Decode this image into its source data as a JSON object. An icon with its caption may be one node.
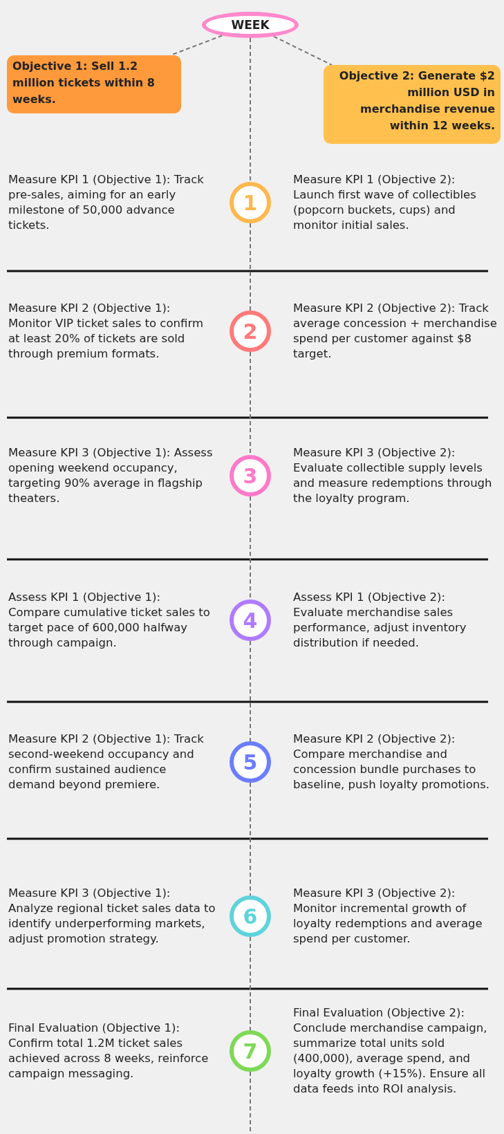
{
  "diagram": {
    "nodes": [
      {
        "text": [
          "WEEK"
        ]
      },
      {
        "text": [
          "Objective 1: Sell 1.2 million tickets within 8 weeks."
        ]
      },
      {
        "text": [
          "Objective 2: Generate $2 million USD in merchandise revenue within 12 weeks."
        ]
      },
      {
        "text": [
          "1"
        ],
        "beside": [
          "Measure KPI 1 (Objective 1): Track pre-sales, aiming for an early milestone of 50,000 advance tickets.",
          "Measure KPI 1 (Objective 2): Launch first wave of collectibles (popcorn buckets, cups) and monitor initial sales."
        ]
      },
      {
        "text": [
          "2"
        ],
        "beside": [
          "Measure KPI 2 (Objective 1): Monitor VIP ticket sales to confirm at least 20% of tickets are sold through premium formats.",
          "Measure KPI 2 (Objective 2): Track average concession + merchandise spend per customer against $8 target."
        ]
      },
      {
        "text": [
          "3"
        ],
        "beside": [
          "Measure KPI 3 (Objective 1): Assess opening weekend occupancy, targeting 90% average in flagship theaters.",
          "Measure KPI 3 (Objective 2): Evaluate collectible supply levels and measure redemptions through the loyalty program."
        ]
      },
      {
        "text": [
          "4"
        ],
        "beside": [
          "Assess KPI 1 (Objective 1): Compare cumulative ticket sales to target pace of 600,000 halfway through campaign.",
          "Assess KPI 1 (Objective 2): Evaluate merchandise sales performance, adjust inventory distribution if needed."
        ]
      },
      {
        "text": [
          "5"
        ],
        "beside": [
          "Measure KPI 2 (Objective 1): Track second-weekend occupancy and confirm sustained audience demand beyond premiere.",
          "Measure KPI 2 (Objective 2): Compare merchandise and concession bundle purchases to baseline, push loyalty promotions."
        ]
      },
      {
        "text": [
          "6"
        ],
        "beside": [
          "Measure KPI 3 (Objective 1): Analyze regional ticket sales data to identify underperforming markets, adjust promotion strategy.",
          "Measure KPI 3 (Objective 2): Monitor incremental growth of loyalty redemptions and average spend per customer."
        ]
      },
      {
        "text": [
          "7"
        ],
        "beside": [
          "Final Evaluation (Objective 1): Confirm total 1.2M ticket sales achieved across 8 weeks, reinforce campaign messaging.",
          "Final Evaluation (Objective 2): Conclude merchandise campaign, summarize total units sold (400,000), average spend, and loyalty growth (+15%). Ensure all data feeds into ROI analysis."
        ]
      }
    ],
    "edges": [
      {
        "from": 0,
        "to": 1,
        "arrow": "none",
        "style": "dashed"
      },
      {
        "from": 0,
        "to": 2,
        "arrow": "none",
        "style": "dashed"
      },
      {
        "from": 0,
        "to": 3,
        "arrow": "none",
        "style": "dashed"
      },
      {
        "from": 3,
        "to": 4,
        "arrow": "none",
        "style": "dashed"
      },
      {
        "from": 4,
        "to": 5,
        "arrow": "none",
        "style": "dashed"
      },
      {
        "from": 5,
        "to": 6,
        "arrow": "none",
        "style": "dashed"
      },
      {
        "from": 6,
        "to": 7,
        "arrow": "none",
        "style": "dashed"
      },
      {
        "from": 7,
        "to": 8,
        "arrow": "none",
        "style": "dashed"
      },
      {
        "from": 8,
        "to": 9,
        "arrow": "none",
        "style": "dashed"
      },
      {
        "from": 9,
        "to": null,
        "arrow": "none",
        "style": "dashed"
      }
    ]
  }
}
